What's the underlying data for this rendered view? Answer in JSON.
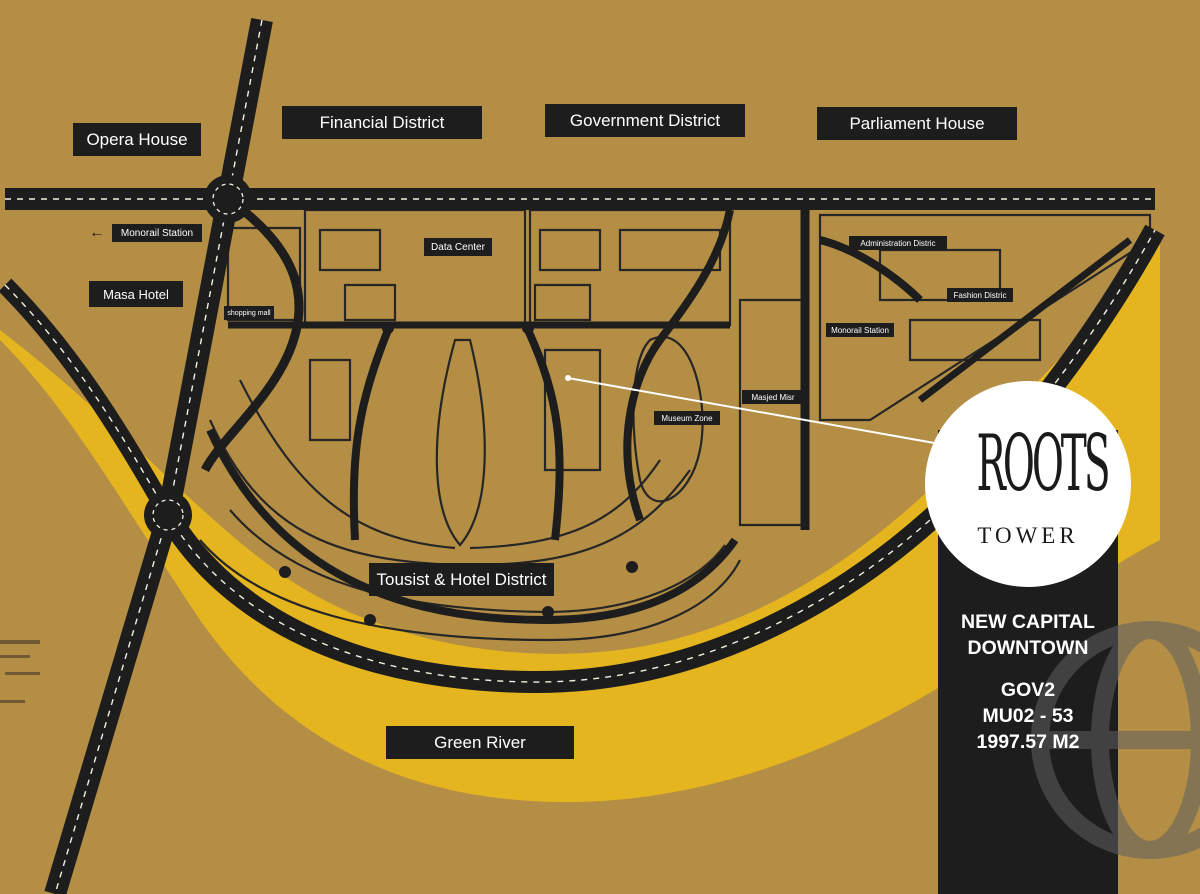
{
  "labels": {
    "opera_house": "Opera House",
    "financial_district": "Financial District",
    "government_district": "Government District",
    "parliament_house": "Parliament House",
    "monorail_station_west": "Monorail Station",
    "masa_hotel": "Masa Hotel",
    "data_center": "Data Center",
    "shopping_mall": "shopping mall",
    "administration_district": "Administration Distric",
    "fashion_district": "Fashion Distric",
    "monorail_station_east": "Monorail Station",
    "masjed_misr": "Masjed Misr",
    "museum_zone": "Museum Zone",
    "tourist_hotel_district": "Tousist & Hotel District",
    "green_river": "Green River"
  },
  "brand": {
    "line1": "ROOTS",
    "line2": "TOWER"
  },
  "info": {
    "title_line1": "NEW CAPITAL",
    "title_line2": "DOWNTOWN",
    "plot_code": "GOV2",
    "unit_code": "MU02 - 53",
    "area": "1997.57 M2"
  },
  "colors": {
    "background": "#b48e45",
    "river": "#e5b51f",
    "road": "#1d1d1d",
    "label_bg": "#1d1d1d",
    "label_text": "#ffffff"
  },
  "icons": [
    "arrow-left-icon",
    "roundabout-icon",
    "globe-icon",
    "pointer-line"
  ]
}
